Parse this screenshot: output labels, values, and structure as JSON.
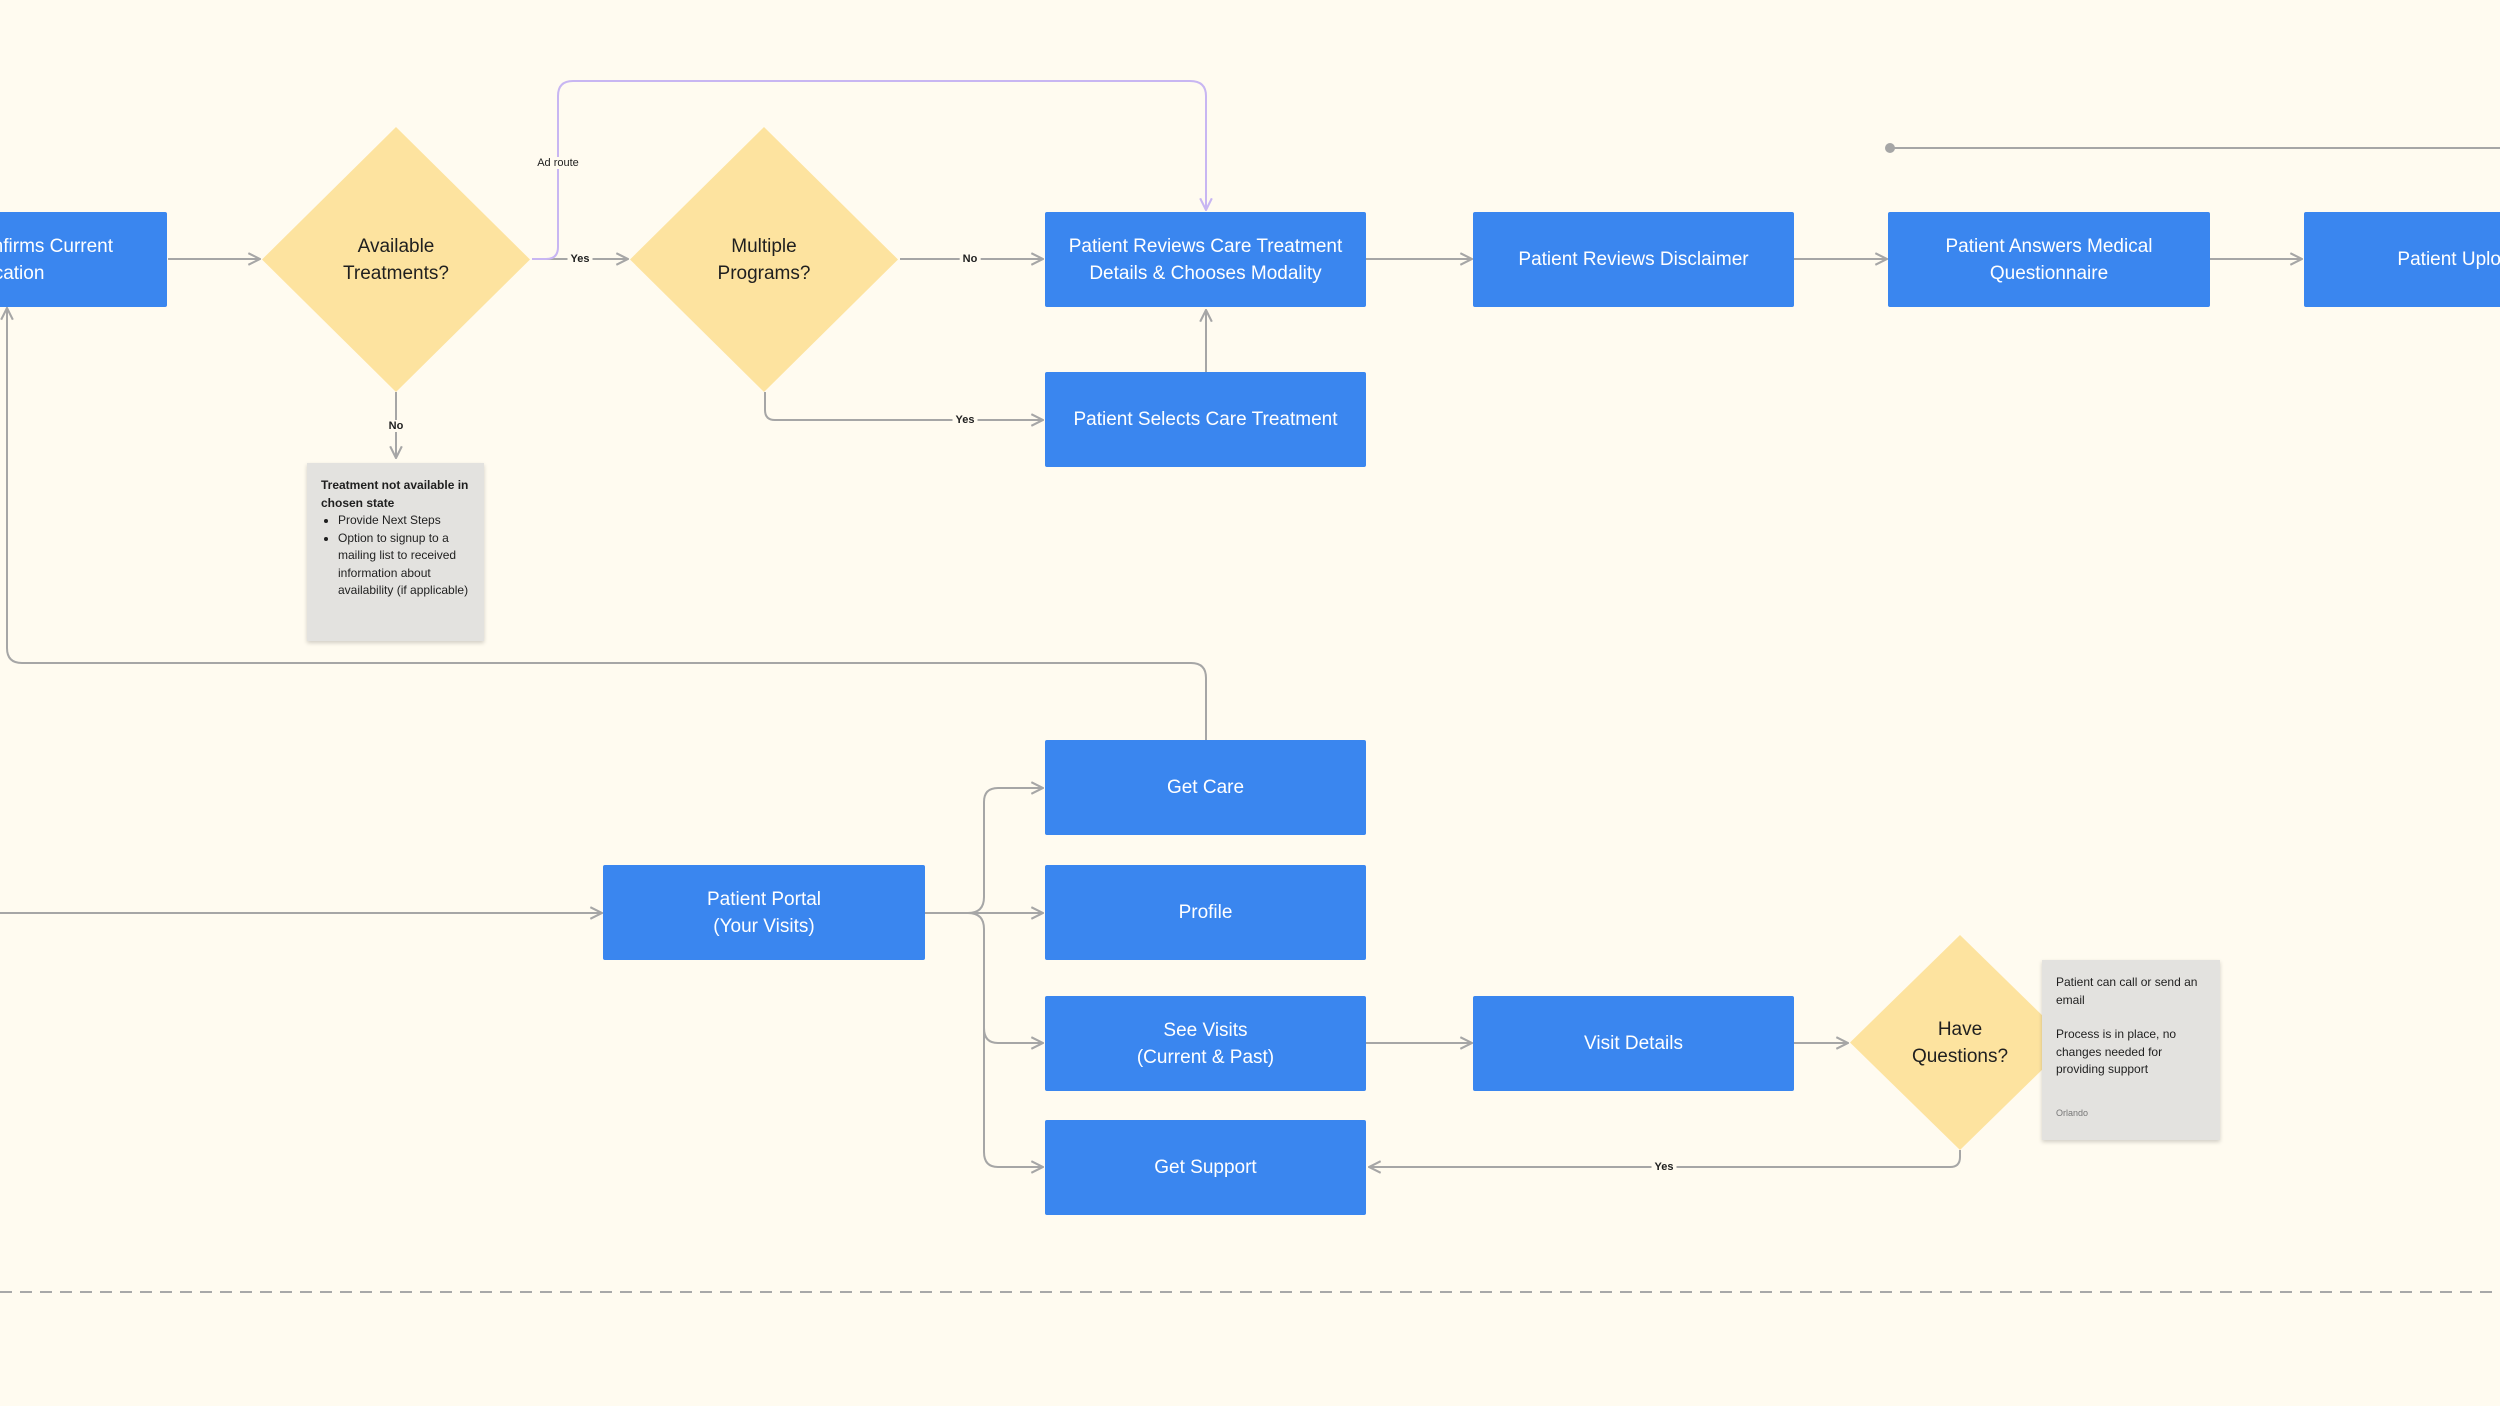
{
  "nodes": {
    "confirms_location": "Patient Confirms Current\nLocation",
    "review_care": "Patient Reviews Care Treatment\nDetails & Chooses Modality",
    "select_care": "Patient Selects Care Treatment",
    "disclaimer": "Patient Reviews Disclaimer",
    "questionnaire": "Patient Answers Medical\nQuestionnaire",
    "upload": "Patient Uploads",
    "portal": "Patient Portal\n(Your Visits)",
    "get_care": "Get Care",
    "profile": "Profile",
    "see_visits": "See Visits\n(Current & Past)",
    "visit_details": "Visit Details",
    "get_support": "Get Support"
  },
  "decisions": {
    "available_treatments": "Available\nTreatments?",
    "multiple_programs": "Multiple\nPrograms?",
    "have_questions": "Have\nQuestions?"
  },
  "edge_labels": {
    "ad_route": "Ad route",
    "yes_1": "Yes",
    "no_1": "No",
    "no_2": "No",
    "yes_2": "Yes",
    "yes_3": "Yes"
  },
  "notes": {
    "treatment": {
      "title": "Treatment not available in chosen state",
      "items": [
        "Provide Next Steps",
        "Option to signup to a mailing list to received information about availability (if applicable)"
      ]
    },
    "support": {
      "line1": "Patient can call or send an email",
      "line2": "Process is in place, no changes needed for providing support",
      "author": "Orlando"
    }
  },
  "colors": {
    "background": "#fffbf0",
    "process_box": "#3a86ef",
    "decision": "#fde39f",
    "connector": "#a6a6a6",
    "ad_route_connector": "#c8b6f2",
    "note": "#e3e2df"
  }
}
